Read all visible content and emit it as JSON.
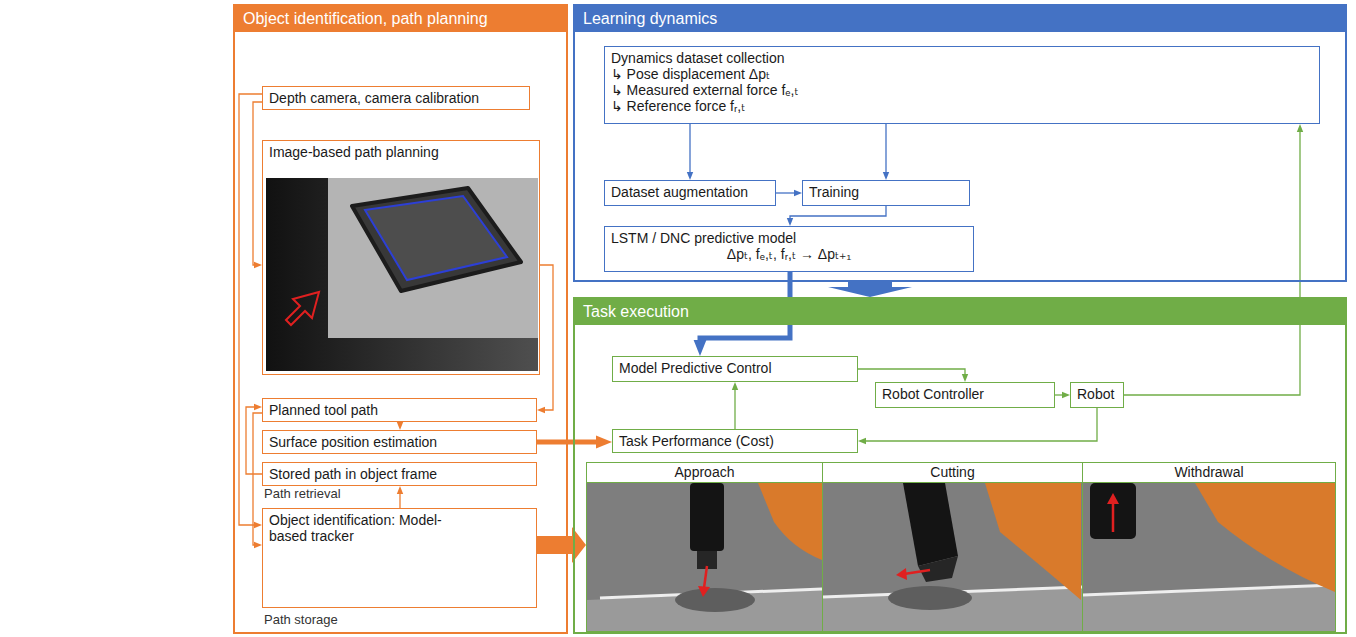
{
  "diagram": {
    "nodes": [
      {
        "text": [
          "Object identification, path planning"
        ]
      },
      {
        "text": [
          "Depth camera, camera calibration"
        ],
        "in": 0
      },
      {
        "text": [
          "Image-based path planning"
        ],
        "in": 0
      },
      {
        "text": [
          "Planned tool path"
        ],
        "in": 0
      },
      {
        "text": [
          "Surface position estimation"
        ],
        "in": 0
      },
      {
        "text": [
          "Stored path in object frame"
        ],
        "in": 0
      },
      {
        "text": [
          "Object identification: Model-based tracker"
        ],
        "in": 0
      },
      {
        "text": [
          "Learning dynamics"
        ]
      },
      {
        "text": [
          "Dynamics dataset collection",
          "↳ Pose displacement Δpₜ",
          "↳ Measured external force fₑ,ₜ",
          "↳ Reference force fᵣ,ₜ"
        ],
        "in": 7
      },
      {
        "text": [
          "Dataset augmentation"
        ],
        "in": 7
      },
      {
        "text": [
          "Training"
        ],
        "in": 7
      },
      {
        "text": [
          "LSTM / DNC predictive model",
          "Δpₜ, fₑ,ₜ, fᵣ,ₜ → Δpₜ₊₁"
        ],
        "in": 7
      },
      {
        "text": [
          "Task execution"
        ]
      },
      {
        "text": [
          "Model Predictive Control"
        ],
        "in": 12
      },
      {
        "text": [
          "Robot Controller"
        ],
        "in": 12
      },
      {
        "text": [
          "Robot"
        ],
        "in": 12
      },
      {
        "text": [
          "Task Performance (Cost)"
        ],
        "in": 12
      },
      {
        "text": [
          "Approach"
        ],
        "in": 12
      },
      {
        "text": [
          "Cutting"
        ],
        "in": 12
      },
      {
        "text": [
          "Withdrawal"
        ],
        "in": 12
      }
    ],
    "edges": [
      {
        "from": 1,
        "to": 2,
        "arrow": "to"
      },
      {
        "from": 1,
        "to": 6,
        "arrow": "to"
      },
      {
        "from": 2,
        "to": 3,
        "arrow": "to"
      },
      {
        "from": 3,
        "to": 4,
        "arrow": "to"
      },
      {
        "from": 3,
        "to": 6,
        "arrow": "to"
      },
      {
        "from": 5,
        "to": 3,
        "arrow": "to"
      },
      {
        "from": 6,
        "to": 5,
        "arrow": "to"
      },
      {
        "from": 4,
        "to": 16,
        "arrow": "to"
      },
      {
        "from": 6,
        "to": 17,
        "arrow": "to"
      },
      {
        "from": 8,
        "to": 9,
        "arrow": "to"
      },
      {
        "from": 8,
        "to": 10,
        "arrow": "to"
      },
      {
        "from": 9,
        "to": 10,
        "arrow": "to"
      },
      {
        "from": 10,
        "to": 11,
        "arrow": "to"
      },
      {
        "from": 11,
        "to": 13,
        "arrow": "to"
      },
      {
        "from": 7,
        "to": 12,
        "arrow": "to"
      },
      {
        "from": 13,
        "to": 14,
        "arrow": "to"
      },
      {
        "from": 14,
        "to": 15,
        "arrow": "to"
      },
      {
        "from": 15,
        "to": 16,
        "arrow": "to"
      },
      {
        "from": 16,
        "to": 13,
        "arrow": "to"
      },
      {
        "from": 15,
        "to": 8,
        "arrow": "to"
      }
    ],
    "labels": [
      "Path retrieval",
      "Path storage"
    ]
  }
}
